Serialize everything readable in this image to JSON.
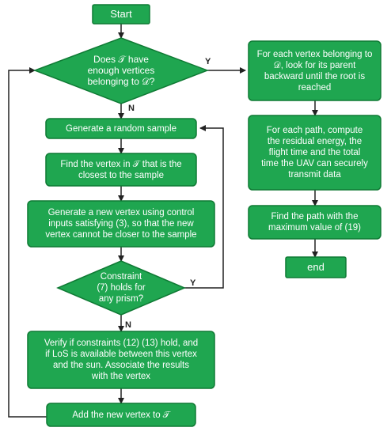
{
  "colors": {
    "node_fill": "#1fa650",
    "node_stroke": "#0f7a34",
    "arrow": "#222222",
    "text": "#ffffff"
  },
  "nodes": {
    "start": "Start",
    "decision_tree": "Does 𝒯 have\nenough vertices\nbelonging to 𝒟?",
    "random_sample": "Generate a random sample",
    "closest_vertex": "Find the vertex in 𝒯 that is the\nclosest to the sample",
    "new_vertex": "Generate a new vertex using control\ninputs satisfying (3), so that the new\nvertex cannot be closer to the sample",
    "decision_constraint": "Constraint\n(7) holds for\nany prism?",
    "verify": "Verify if constraints (12) (13) hold, and\nif LoS is available between this vertex\nand the sun. Associate the results\nwith the vertex",
    "add_vertex": "Add the new vertex to 𝒯",
    "parent_backward": "For each vertex belonging to\n𝒟, look for its parent\nbackward until the root is\nreached",
    "compute_path": "For each path, compute\nthe residual energy, the\nflight time and the total\ntime the UAV can securely\ntransmit data",
    "max_path": "Find the path with the\nmaximum value of (19)",
    "end": "end"
  },
  "edge_labels": {
    "tree_yes": "Y",
    "tree_no": "N",
    "constraint_yes": "Y",
    "constraint_no": "N"
  }
}
